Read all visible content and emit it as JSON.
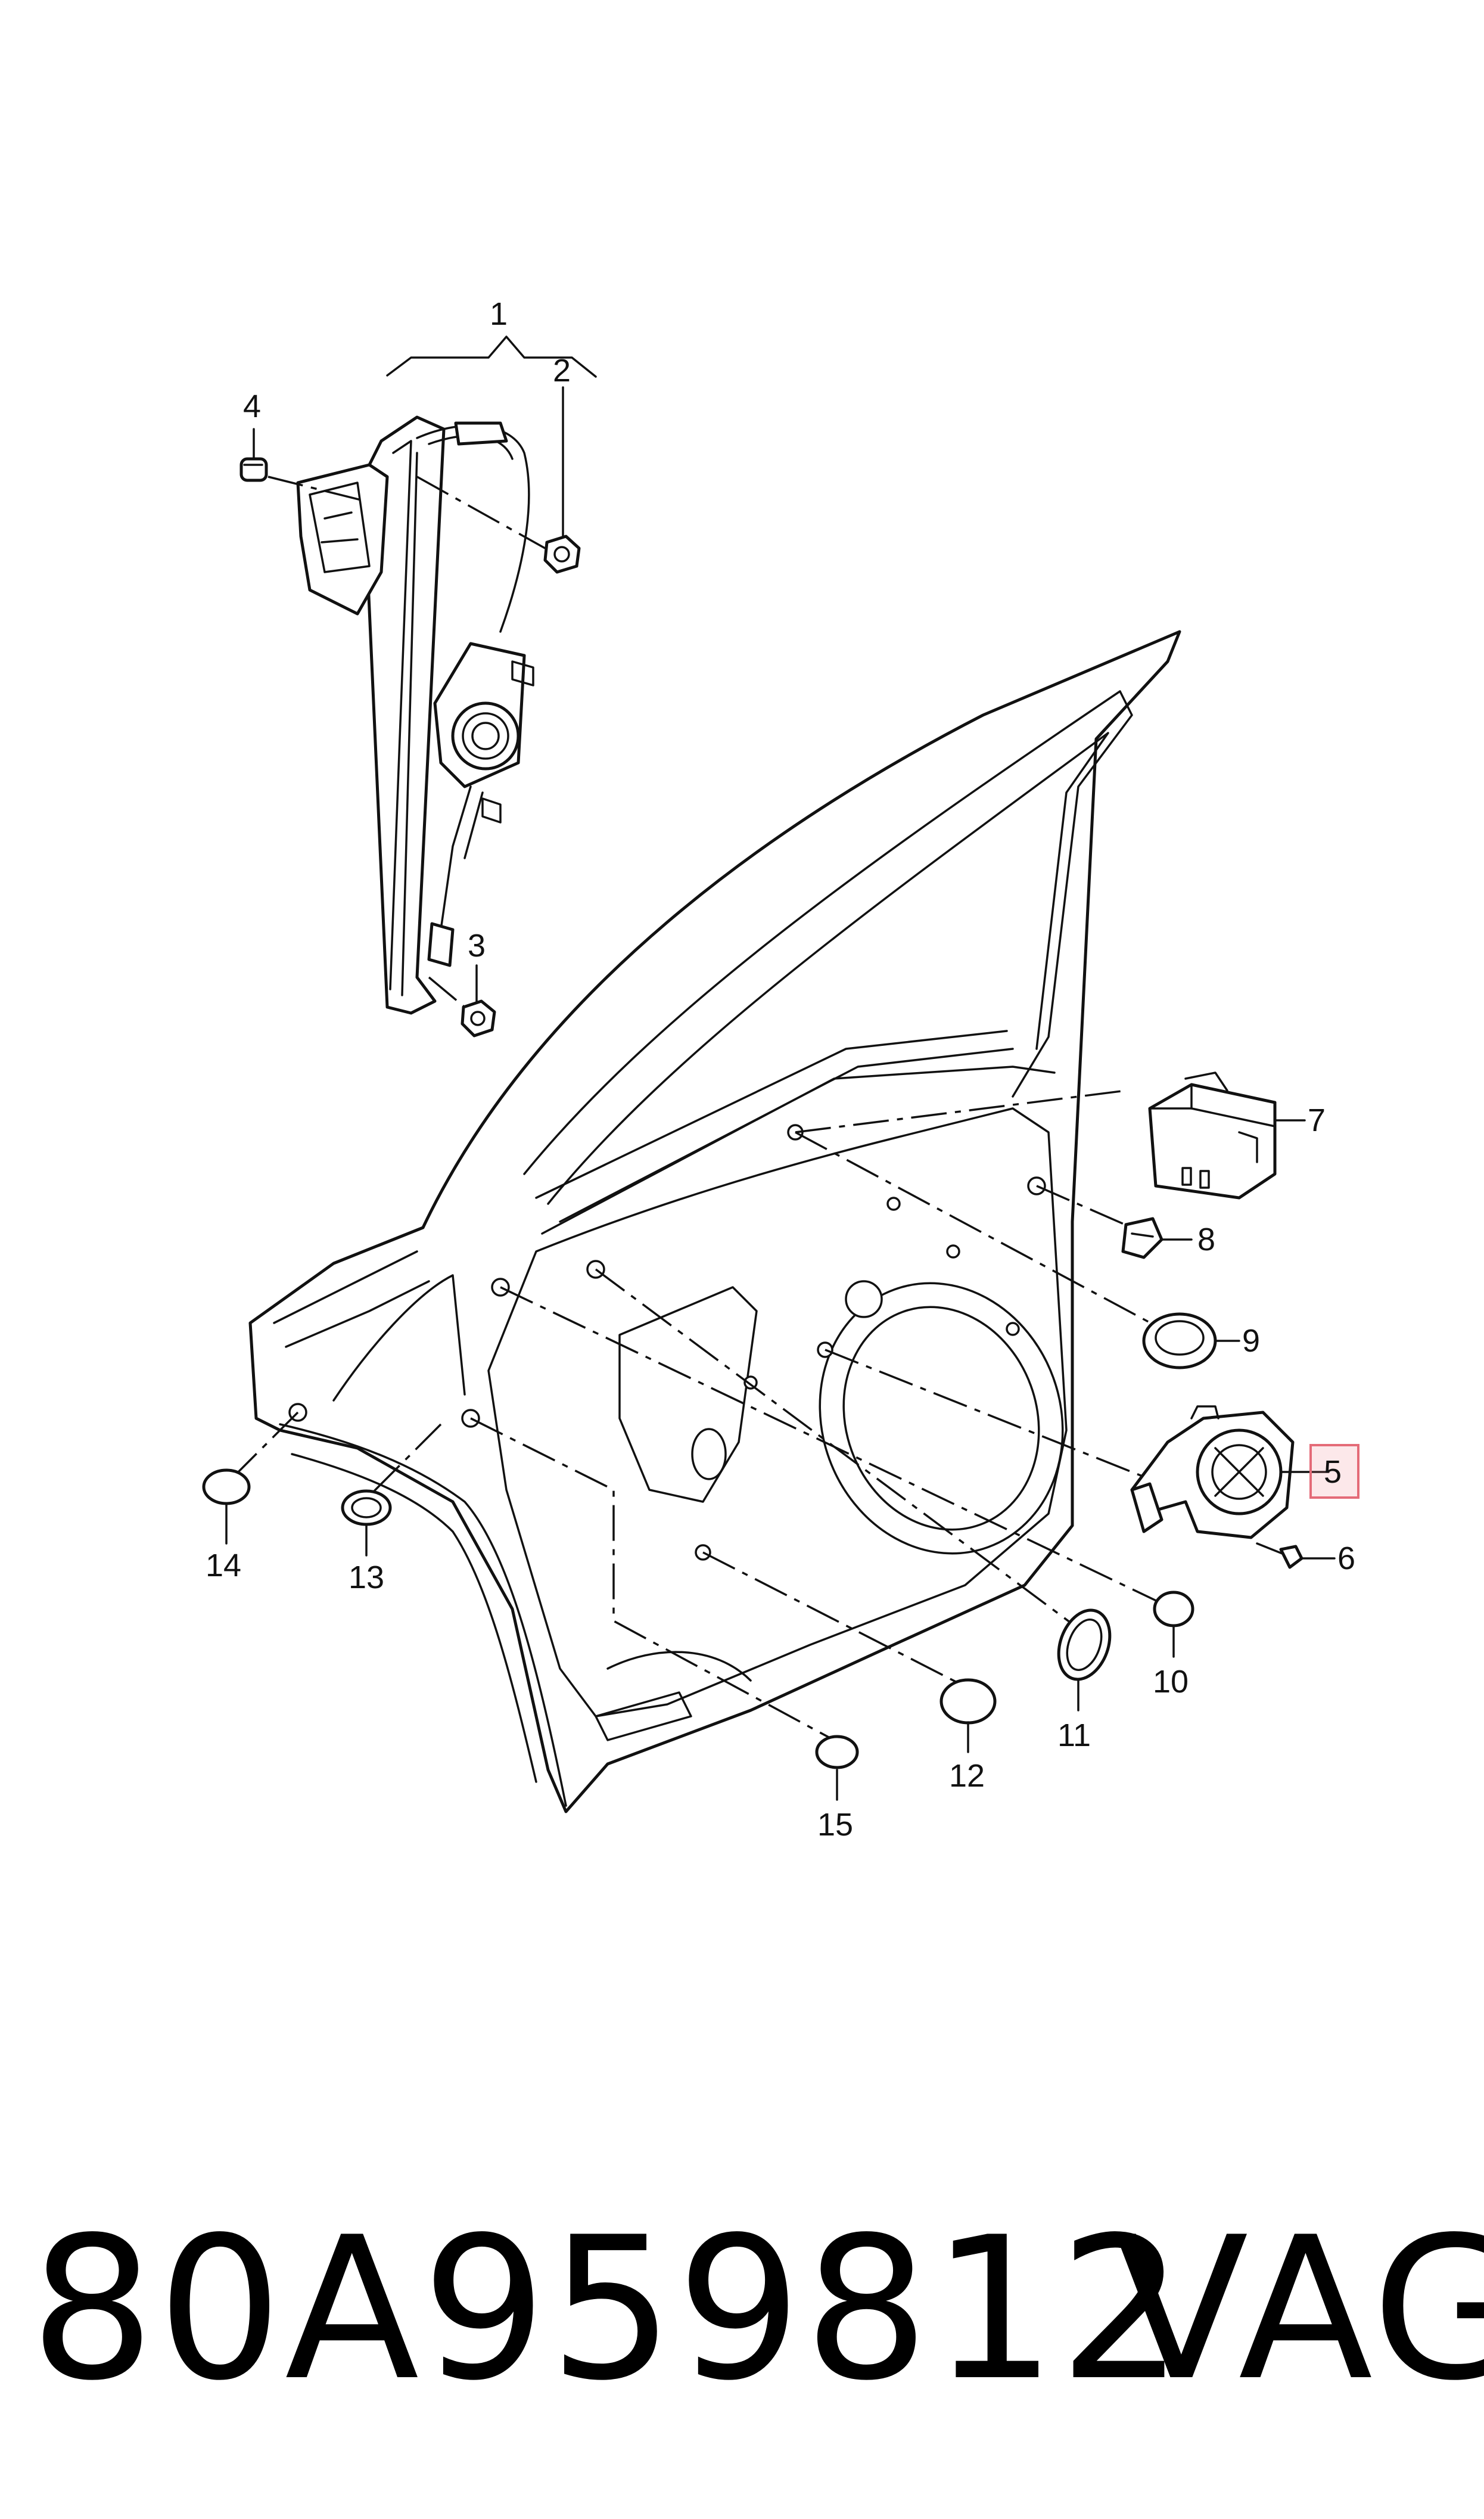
{
  "diagram": {
    "callouts": [
      {
        "id": "1",
        "label": "1",
        "highlighted": false
      },
      {
        "id": "2",
        "label": "2",
        "highlighted": false
      },
      {
        "id": "3",
        "label": "3",
        "highlighted": false
      },
      {
        "id": "4",
        "label": "4",
        "highlighted": false
      },
      {
        "id": "5",
        "label": "5",
        "highlighted": true
      },
      {
        "id": "6",
        "label": "6",
        "highlighted": false
      },
      {
        "id": "7",
        "label": "7",
        "highlighted": false
      },
      {
        "id": "8",
        "label": "8",
        "highlighted": false
      },
      {
        "id": "9",
        "label": "9",
        "highlighted": false
      },
      {
        "id": "10",
        "label": "10",
        "highlighted": false
      },
      {
        "id": "11",
        "label": "11",
        "highlighted": false
      },
      {
        "id": "12",
        "label": "12",
        "highlighted": false
      },
      {
        "id": "13",
        "label": "13",
        "highlighted": false
      },
      {
        "id": "14",
        "label": "14",
        "highlighted": false
      },
      {
        "id": "15",
        "label": "15",
        "highlighted": false
      }
    ],
    "highlight_color": "#e46b78"
  },
  "footer": {
    "part_number": "80A959812",
    "brand": "VAG"
  }
}
